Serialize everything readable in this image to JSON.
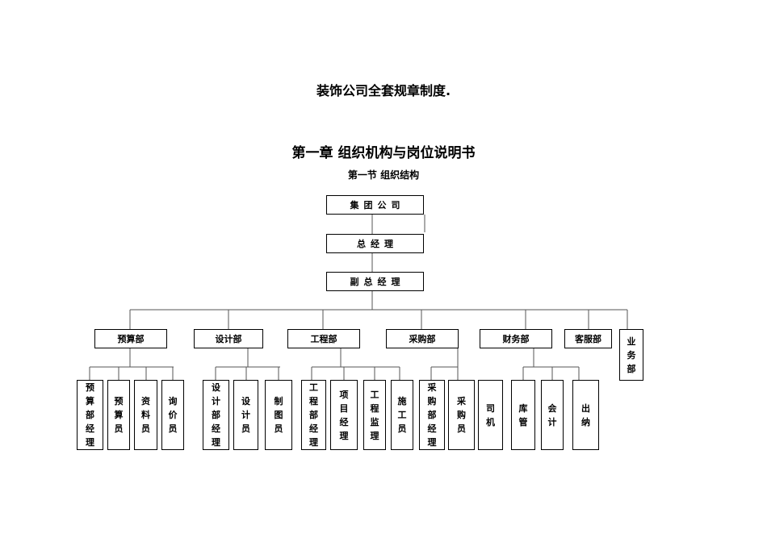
{
  "document": {
    "title": "装饰公司全套规章制度.",
    "chapter_title": "第一章 组织机构与岗位说明书",
    "section_title": "第一节 组织结构"
  },
  "org_chart": {
    "top": [
      {
        "id": "group-company",
        "label": "集团公司"
      },
      {
        "id": "general-manager",
        "label": "总经理"
      },
      {
        "id": "deputy-general-manager",
        "label": "副总经理"
      }
    ],
    "departments": [
      {
        "id": "budget-dept",
        "label": "预算部",
        "roles": [
          {
            "id": "budget-dept-manager",
            "label": "预算部经理"
          },
          {
            "id": "budget-clerk",
            "label": "预算员"
          },
          {
            "id": "data-clerk",
            "label": "资料员"
          },
          {
            "id": "price-inquiry-clerk",
            "label": "询价员"
          }
        ]
      },
      {
        "id": "design-dept",
        "label": "设计部",
        "roles": [
          {
            "id": "design-dept-manager",
            "label": "设计部经理"
          },
          {
            "id": "designer",
            "label": "设计员"
          },
          {
            "id": "drafter",
            "label": "制图员"
          }
        ]
      },
      {
        "id": "engineering-dept",
        "label": "工程部",
        "roles": [
          {
            "id": "engineering-dept-manager",
            "label": "工程部经理"
          },
          {
            "id": "project-manager",
            "label": "项目经理"
          },
          {
            "id": "engineering-supervisor",
            "label": "工程监理"
          },
          {
            "id": "construction-worker",
            "label": "施工员"
          }
        ]
      },
      {
        "id": "purchasing-dept",
        "label": "采购部",
        "roles": [
          {
            "id": "purchasing-dept-manager",
            "label": "采购部经理"
          },
          {
            "id": "purchaser",
            "label": "采购员"
          },
          {
            "id": "driver",
            "label": "司机"
          }
        ]
      },
      {
        "id": "finance-dept",
        "label": "财务部",
        "roles": [
          {
            "id": "warehouse-keeper",
            "label": "库管"
          },
          {
            "id": "accountant",
            "label": "会计"
          },
          {
            "id": "cashier",
            "label": "出纳"
          }
        ]
      },
      {
        "id": "customer-service-dept",
        "label": "客服部",
        "roles": []
      },
      {
        "id": "business-dept",
        "label": "业务部",
        "roles": []
      }
    ]
  }
}
